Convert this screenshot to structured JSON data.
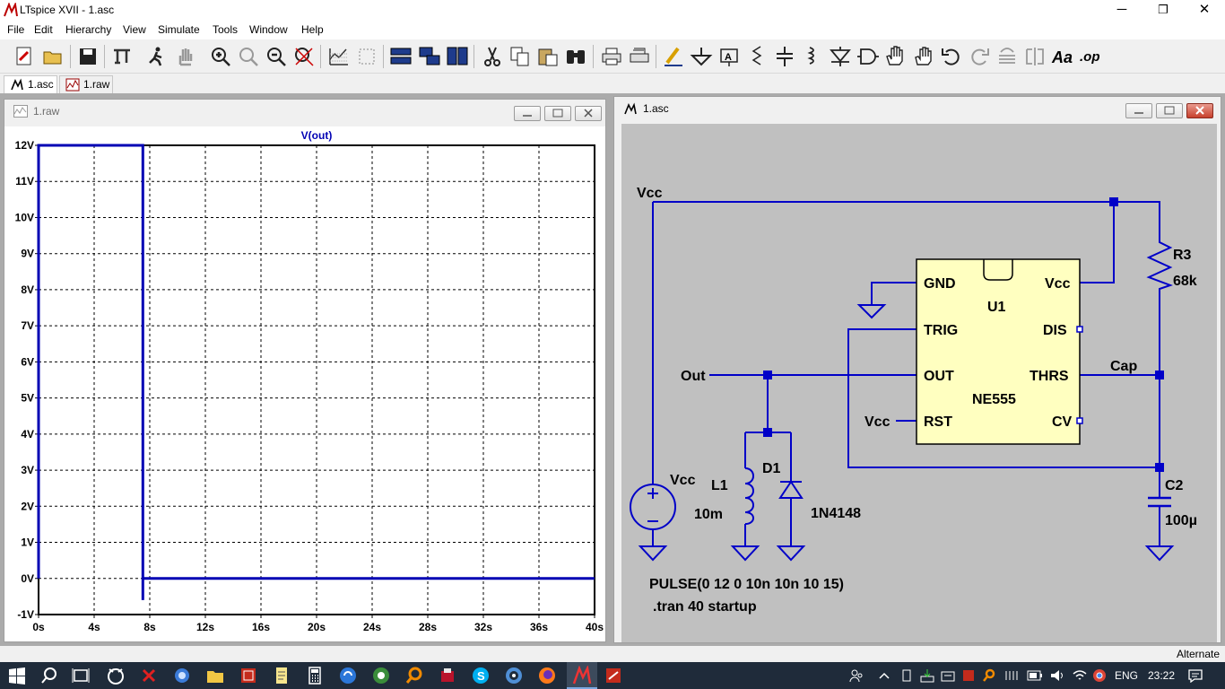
{
  "window": {
    "title": "LTspice XVII - 1.asc",
    "minimize": "─",
    "maximize": "❐",
    "close": "✕"
  },
  "menu": [
    "File",
    "Edit",
    "Hierarchy",
    "View",
    "Simulate",
    "Tools",
    "Window",
    "Help"
  ],
  "toolbar_icons": [
    "new-schematic-icon",
    "open-folder-icon",
    "save-icon",
    "control-panel-icon",
    "run-icon",
    "halt-hand-icon",
    "zoom-in-icon",
    "zoom-pan-icon",
    "zoom-out-icon",
    "zoom-fit-icon",
    "autorange-icon",
    "pick-visible-traces-icon",
    "tile-horizontal-icon",
    "cascade-icon",
    "tile-vertical-icon",
    "cut-icon",
    "copy-icon",
    "paste-icon",
    "find-icon",
    "print-icon",
    "print-setup-icon",
    "draw-wire-icon",
    "ground-icon",
    "label-net-icon",
    "resistor-icon",
    "capacitor-icon",
    "inductor-icon",
    "diode-icon",
    "component-icon",
    "move-hand-icon",
    "drag-hand-icon",
    "undo-icon",
    "redo-icon",
    "rotate-icon",
    "mirror-icon",
    "text-icon",
    "spice-directive-icon"
  ],
  "tabs": [
    {
      "label": "1.asc",
      "icon": "schematic-tab-icon",
      "active": true
    },
    {
      "label": "1.raw",
      "icon": "waveform-tab-icon",
      "active": false
    }
  ],
  "plot_window": {
    "title": "1.raw"
  },
  "schematic_window": {
    "title": "1.asc"
  },
  "chart_data": {
    "type": "line",
    "title": "V(out)",
    "xlabel": "",
    "ylabel": "",
    "x_ticks": [
      "0s",
      "4s",
      "8s",
      "12s",
      "16s",
      "20s",
      "24s",
      "28s",
      "32s",
      "36s",
      "40s"
    ],
    "y_ticks": [
      "12V",
      "11V",
      "10V",
      "9V",
      "8V",
      "7V",
      "6V",
      "5V",
      "4V",
      "3V",
      "2V",
      "1V",
      "0V",
      "-1V"
    ],
    "xlim": [
      0,
      40
    ],
    "ylim": [
      -1,
      12
    ],
    "grid": true,
    "series": [
      {
        "name": "V(out)",
        "color": "#0000b4",
        "x": [
          0,
          0,
          7.5,
          7.5,
          7.5,
          7.5,
          40
        ],
        "y": [
          0,
          12,
          12,
          -0.6,
          -0.6,
          0,
          0
        ]
      }
    ]
  },
  "schematic": {
    "net_labels": {
      "vcc_top": "Vcc",
      "out": "Out",
      "cap": "Cap",
      "vcc_rst": "Vcc"
    },
    "u1": {
      "ref": "U1",
      "model": "NE555",
      "pins": {
        "gnd": "GND",
        "vcc": "Vcc",
        "trig": "TRIG",
        "dis": "DIS",
        "out": "OUT",
        "thrs": "THRS",
        "rst": "RST",
        "cv": "CV"
      }
    },
    "r3": {
      "ref": "R3",
      "value": "68k"
    },
    "c2": {
      "ref": "C2",
      "value": "100µ"
    },
    "l1": {
      "ref": "L1",
      "value": "10m"
    },
    "d1": {
      "ref": "D1",
      "value": "1N4148"
    },
    "vsrc": {
      "ref": "Vcc",
      "value": "PULSE(0 12 0 10n 10n 10 15)"
    },
    "directive": ".tran 40 startup"
  },
  "status": {
    "text": "Alternate"
  },
  "colors": {
    "wire": "#0000c8",
    "schematic_bg": "#c0c0c0",
    "ic_fill": "#ffffc0",
    "trace": "#0000b4",
    "taskbar": "#1f2b3a"
  },
  "taskbar": {
    "icons": [
      "start-icon",
      "search-icon",
      "task-view-icon",
      "app-icon",
      "app-icon",
      "app-icon",
      "file-explorer-icon",
      "app-icon",
      "app-icon",
      "calculator-icon",
      "app-icon",
      "app-icon",
      "app-icon",
      "app-icon",
      "skype-icon",
      "app-icon",
      "firefox-icon",
      "ltspice-icon",
      "app-icon"
    ],
    "language": "ENG",
    "time": "23:22"
  }
}
